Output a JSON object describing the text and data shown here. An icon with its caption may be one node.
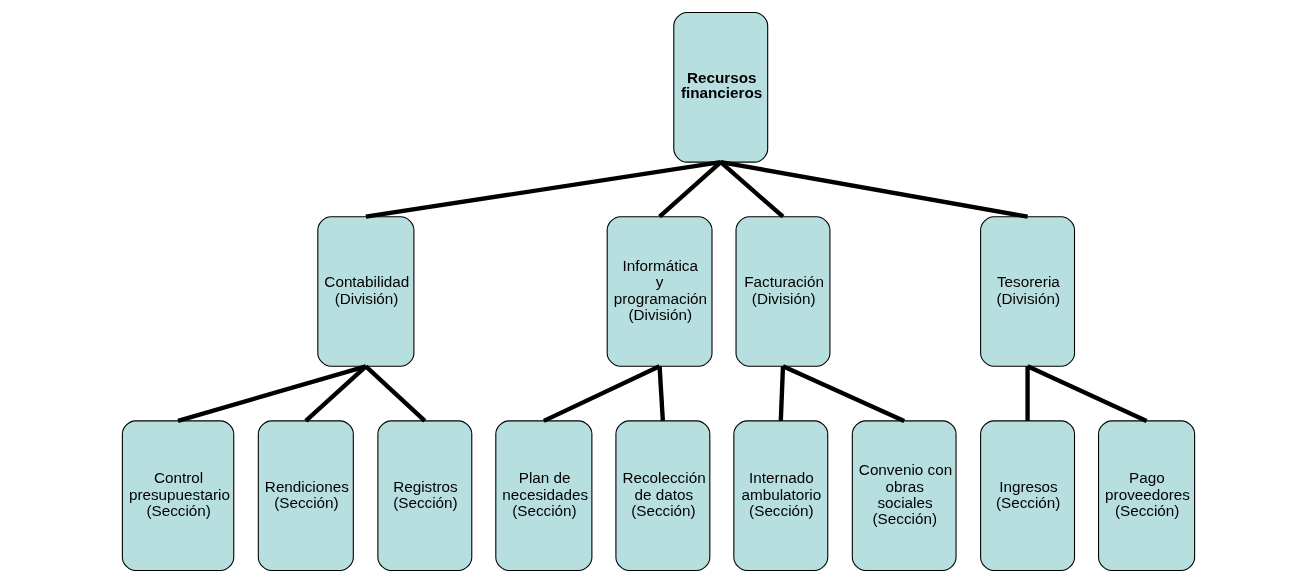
{
  "diagram": {
    "nodes": [
      {
        "text": [
          "Recursos financieros"
        ]
      },
      {
        "text": [
          "Contabilidad (División)"
        ]
      },
      {
        "text": [
          "Informática y programación (División)"
        ]
      },
      {
        "text": [
          "Facturación (División)"
        ]
      },
      {
        "text": [
          "Tesoreria (División)"
        ]
      },
      {
        "text": [
          "Control presupuestario (Sección)"
        ]
      },
      {
        "text": [
          "Rendiciones (Sección)"
        ]
      },
      {
        "text": [
          "Registros (Sección)"
        ]
      },
      {
        "text": [
          "Plan de necesidades (Sección)"
        ]
      },
      {
        "text": [
          "Recolección de datos (Sección)"
        ]
      },
      {
        "text": [
          "Internado ambulatorio (Sección)"
        ]
      },
      {
        "text": [
          "Convenio con obras sociales (Sección)"
        ]
      },
      {
        "text": [
          "Ingresos (Sección)"
        ]
      },
      {
        "text": [
          "Pago proveedores (Sección)"
        ]
      }
    ],
    "edges": [
      {
        "from": 0,
        "to": 1,
        "arrow": "none"
      },
      {
        "from": 0,
        "to": 2,
        "arrow": "none"
      },
      {
        "from": 0,
        "to": 3,
        "arrow": "none"
      },
      {
        "from": 0,
        "to": 4,
        "arrow": "none"
      },
      {
        "from": 1,
        "to": 5,
        "arrow": "none"
      },
      {
        "from": 1,
        "to": 6,
        "arrow": "none"
      },
      {
        "from": 1,
        "to": 7,
        "arrow": "none"
      },
      {
        "from": 2,
        "to": 8,
        "arrow": "none"
      },
      {
        "from": 2,
        "to": 9,
        "arrow": "none"
      },
      {
        "from": 3,
        "to": 10,
        "arrow": "none"
      },
      {
        "from": 3,
        "to": 11,
        "arrow": "none"
      },
      {
        "from": 4,
        "to": 12,
        "arrow": "none"
      },
      {
        "from": 4,
        "to": 13,
        "arrow": "none"
      }
    ]
  }
}
